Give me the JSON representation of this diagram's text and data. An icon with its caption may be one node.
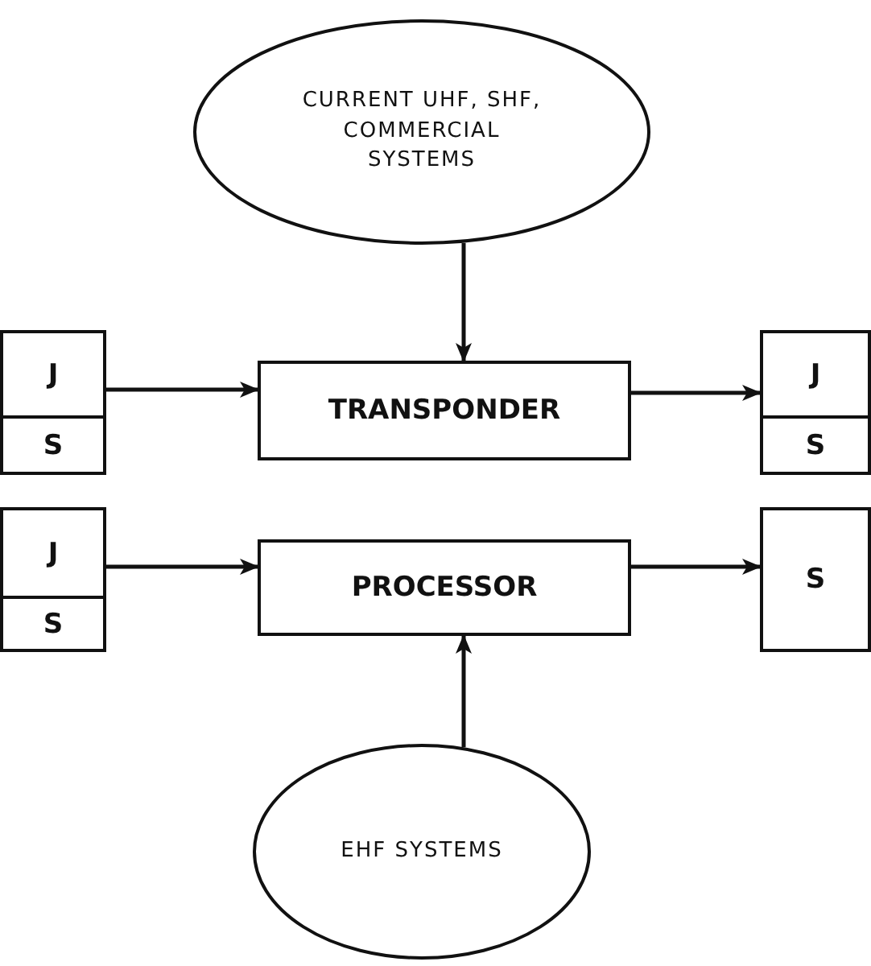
{
  "diagram": {
    "nodes": [
      {
        "text": [
          "CURRENT UHF, SHF, COMMERCIAL SYSTEMS"
        ]
      },
      {
        "text": [],
        "shape": "box"
      },
      {
        "text": [
          "J"
        ],
        "in": 1
      },
      {
        "text": [
          "S"
        ],
        "in": 1
      },
      {
        "text": [
          "TRANSPONDER"
        ]
      },
      {
        "text": [],
        "shape": "box"
      },
      {
        "text": [
          "J"
        ],
        "in": 5
      },
      {
        "text": [
          "S"
        ],
        "in": 5
      },
      {
        "text": [],
        "shape": "box"
      },
      {
        "text": [
          "J"
        ],
        "in": 8
      },
      {
        "text": [
          "S"
        ],
        "in": 8
      },
      {
        "text": [
          "PROCESSOR"
        ]
      },
      {
        "text": [
          "S"
        ]
      },
      {
        "text": [
          "EHF SYSTEMS"
        ]
      }
    ],
    "edges": [
      {
        "from": 0,
        "to": 4,
        "arrow": "to"
      },
      {
        "from": 1,
        "to": 4,
        "arrow": "to"
      },
      {
        "from": 4,
        "to": 5,
        "arrow": "to"
      },
      {
        "from": 8,
        "to": 11,
        "arrow": "to"
      },
      {
        "from": 11,
        "to": 12,
        "arrow": "to"
      },
      {
        "from": 13,
        "to": 11,
        "arrow": "to"
      }
    ]
  }
}
